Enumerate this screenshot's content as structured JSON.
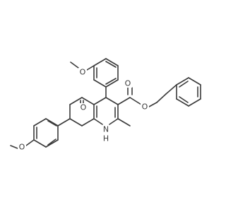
{
  "atoms": {
    "O_ester_methoxy": "O",
    "O_ketone": "O",
    "O_ester_carbonyl": "O",
    "O_ester_single": "O",
    "O_aryl_methoxy": "O",
    "N_ring": "N",
    "H_ring": "H"
  },
  "colors": {
    "bond": "#3a3a3a",
    "label": "#3a3a3a",
    "background": "#ffffff"
  }
}
